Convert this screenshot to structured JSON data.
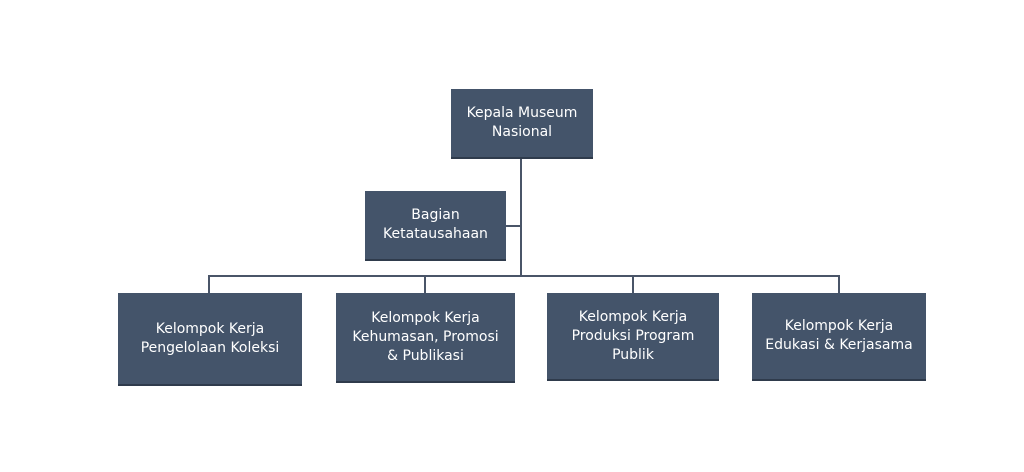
{
  "colors": {
    "box_fill": "#44546a",
    "box_text": "#ffffff",
    "connector": "#4a5568",
    "background": "#ffffff"
  },
  "org_chart": {
    "head": {
      "label": "Kepala Museum\nNasional"
    },
    "secretariat": {
      "label": "Bagian\nKetatausahaan"
    },
    "groups": [
      {
        "label": "Kelompok Kerja\nPengelolaan Koleksi"
      },
      {
        "label": "Kelompok Kerja\nKehumasan, Promosi\n& Publikasi"
      },
      {
        "label": "Kelompok Kerja\nProduksi Program\nPublik"
      },
      {
        "label": "Kelompok Kerja\nEdukasi & Kerjasama"
      }
    ]
  }
}
